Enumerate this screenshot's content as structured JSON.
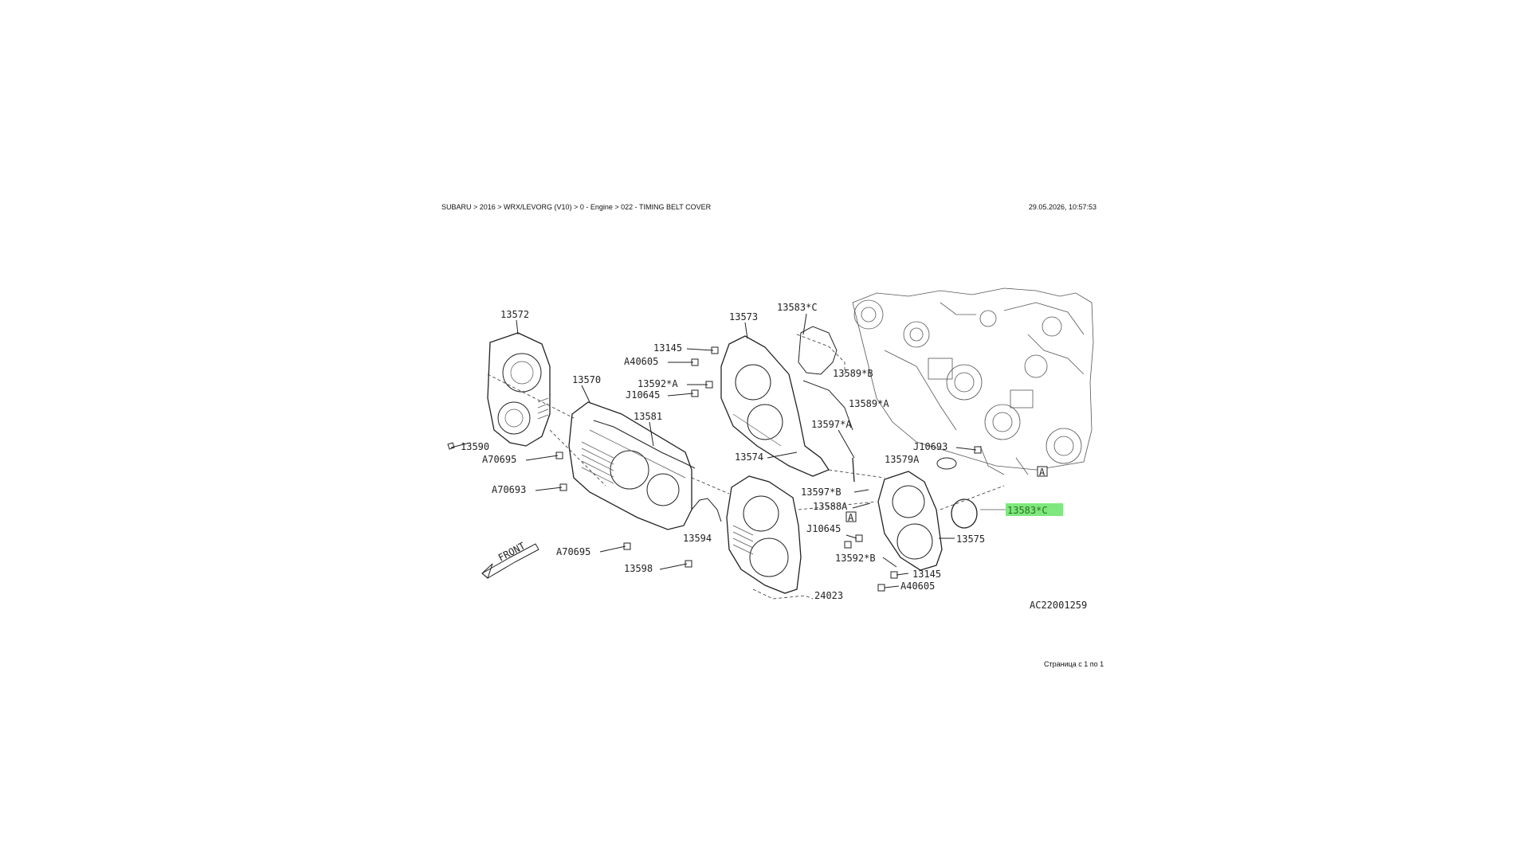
{
  "header": {
    "breadcrumb": "SUBARU > 2016 > WRX/LEVORG (V10) > 0 - Engine > 022 - TIMING BELT COVER",
    "timestamp": "29.05.2026, 10:57:53"
  },
  "footer": {
    "page_info": "Страница с 1 по 1"
  },
  "diagram": {
    "figure_code": "AC22001259",
    "front_label": "FRONT",
    "ref_box_label": "A",
    "highlight_color": "#7ee87e",
    "callouts": {
      "c13572": "13572",
      "c13570": "13570",
      "c13590": "13590",
      "c13581": "13581",
      "c13573": "13573",
      "c13583c_top": "13583*C",
      "c13145_top": "13145",
      "c13589b": "13589*B",
      "c13592a": "13592*A",
      "c10645_top": "J10645",
      "c13589a": "13589*A",
      "cA40605_top": "A40605",
      "c13597a": "13597*A",
      "c13574": "13574",
      "cA70695_1": "A70695",
      "cA70693": "A70693",
      "c10693": "J10693",
      "c13579a": "13579A",
      "c13597b": "13597*B",
      "c13588a": "13588A",
      "c13583c_hl": "13583*C",
      "c10645_bot": "J10645",
      "c13575": "13575",
      "c13594": "13594",
      "cA70695_2": "A70695",
      "c13598": "13598",
      "c13592b": "13592*B",
      "c13145_bot": "13145",
      "cA40605_bot": "A40605",
      "c24023": "24023",
      "engine_A": "A"
    }
  }
}
